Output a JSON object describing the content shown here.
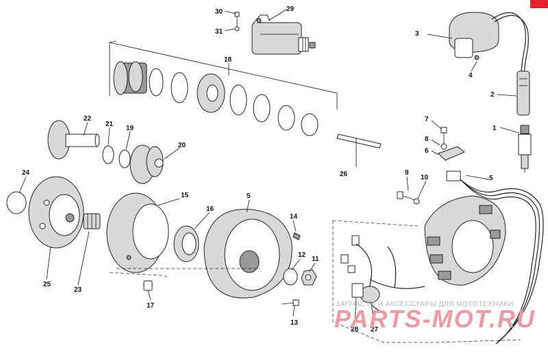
{
  "diagram": {
    "labels": [
      {
        "id": "30",
        "text": "30"
      },
      {
        "id": "29",
        "text": "29"
      },
      {
        "id": "31",
        "text": "31"
      },
      {
        "id": "3",
        "text": "3"
      },
      {
        "id": "4",
        "text": "4"
      },
      {
        "id": "18",
        "text": "18"
      },
      {
        "id": "2",
        "text": "2"
      },
      {
        "id": "1",
        "text": "1"
      },
      {
        "id": "22",
        "text": "22"
      },
      {
        "id": "21",
        "text": "21"
      },
      {
        "id": "19",
        "text": "19"
      },
      {
        "id": "7",
        "text": "7"
      },
      {
        "id": "8",
        "text": "8"
      },
      {
        "id": "6",
        "text": "6"
      },
      {
        "id": "20",
        "text": "20"
      },
      {
        "id": "26",
        "text": "26"
      },
      {
        "id": "24",
        "text": "24"
      },
      {
        "id": "9",
        "text": "9"
      },
      {
        "id": "10",
        "text": "10"
      },
      {
        "id": "5a",
        "text": "5"
      },
      {
        "id": "15",
        "text": "15"
      },
      {
        "id": "5b",
        "text": "5"
      },
      {
        "id": "16",
        "text": "16"
      },
      {
        "id": "14",
        "text": "14"
      },
      {
        "id": "12",
        "text": "12"
      },
      {
        "id": "11",
        "text": "11"
      },
      {
        "id": "25",
        "text": "25"
      },
      {
        "id": "23",
        "text": "23"
      },
      {
        "id": "17",
        "text": "17"
      },
      {
        "id": "13",
        "text": "13"
      },
      {
        "id": "28",
        "text": "28"
      },
      {
        "id": "27",
        "text": "27"
      }
    ]
  },
  "watermark": {
    "tagline": "ЗАПЧАСТИ И АКСЕССУАРЫ ДЛЯ МОТОТЕХНИКИ",
    "brand": "PARTS-MOT.RU"
  },
  "colors": {
    "corner_badge": "#e0232f",
    "watermark": "#ec9aa3"
  }
}
